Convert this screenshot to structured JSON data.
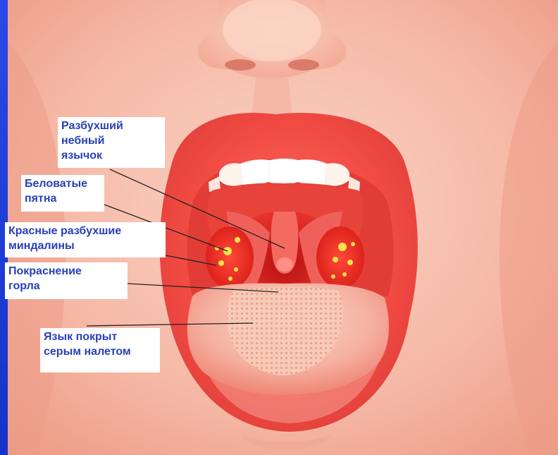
{
  "labels": {
    "uvula": "Разбухший\nнебный\nязычок",
    "patches": "Беловатые\nпятна",
    "tonsils": "Красные разбухшие\nминдалины",
    "throat": "Покраснение\nгорла",
    "tongue": "Язык покрыт\nсерым налетом"
  },
  "colors": {
    "frame": "#1a3fd8",
    "label_text": "#2840b8",
    "label_bg": "#ffffff",
    "skin": "#f7c2b2",
    "lips": "#ee4a44",
    "throat": "#d81f1c",
    "tonsil_spots": "#f6e24a",
    "pointer": "#222222"
  }
}
